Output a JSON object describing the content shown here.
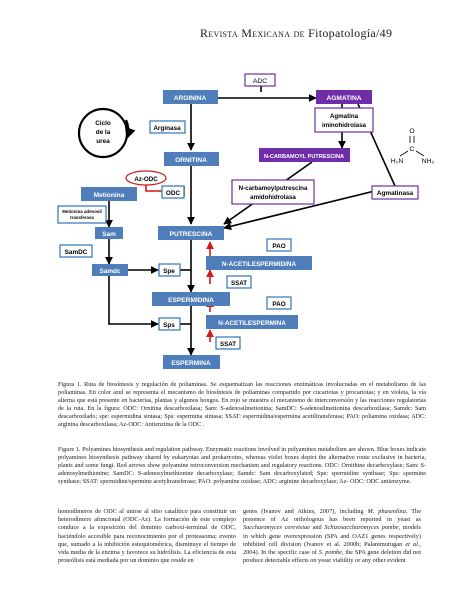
{
  "header": {
    "journal_prefix": "Revista Mexicana de ",
    "journal_suffix": "Fitopatología/49"
  },
  "colors": {
    "blue": "#4F7EBA",
    "blue_outline": "#2E75B6",
    "purple": "#6F2DA8",
    "purple_outline": "#7030A0",
    "red": "#D11A1A",
    "black": "#000000"
  },
  "diagram": {
    "nodes": {
      "adc": "ADC",
      "arginina": "ARGININA",
      "agmatina": "AGMATINA",
      "agmatina_iminohidrolasa": [
        "Agmatina",
        "iminohidrolasa"
      ],
      "ciclo_urea": [
        "Ciclo",
        "de la",
        "urea"
      ],
      "arginasa": "Arginasa",
      "n_carbamoyl_putrescina": "N-CARBAMOYL PUTRESCINA",
      "ornitina": "ORNITINA",
      "az_odc": "Az-ODC",
      "odc": "ODC",
      "metionina": "Metionina",
      "metionina_adenosil_transferasa": [
        "Metionina adenosil",
        "transferasa"
      ],
      "n_carbamoylputrescina_amidohidrolasa": [
        "N-carbamoylputrescina",
        "amidohidrolasa"
      ],
      "agmatinasa": "Agmatinasa",
      "sam": "Sam",
      "samdc": "SamDC",
      "samdc_product": "Samdc",
      "putrescina": "PUTRESCINA",
      "pao_1": "PAO",
      "n_acetilespermidina": "N-ACETILESPERMIDINA",
      "spe": "Spe",
      "ssat_1": "SSAT",
      "espermidina": "ESPERMIDINA",
      "pao_2": "PAO",
      "sps": "Sps",
      "n_acetilespermina": "N-ACETILESPERMINA",
      "ssat_2": "SSAT",
      "espermina": "ESPERMINA"
    },
    "urea": {
      "o": "O",
      "c": "C",
      "h2n": "H₂N",
      "nh2": "NH₂"
    }
  },
  "captions": {
    "spanish": "Figura 1. Ruta de biosíntesis y regulación de poliaminas. Se esquematizan las reacciones enzimáticas involucradas en el metabolismo de las poliaminas. En color azul se representa el mecanismo de biosíntesis de poliaminas compartido por cucariotas y procariotas; y en violeta, la vía alterna que está presente en bacterias, plantas y algunos hongos. En rojo se muestra el mecanismo de interconversión y las reacciones regulatorias de la ruta. En la figura: ODC: Ornitina descarboxilasa; Sam: S-adenosilmetionina; SamDC: S-adenosilmetionina descarboxilasa; Samdc: Sam descarboxilado; spe: espermidina sintasa; Sps: espermina sintasa; SSAT: espermidina/espermina acetiltransferasa; PAO: poliamina oxidasa; ADC: arginina descarboxilasa; Az-ODC: Antienzima de la ODC .",
    "english": "Figure 1. Polyamines biosynthesis and regulation pathway. Enzymatic reactions involved in polyamines metabolism are shown. Blue boxes indicate polyamines biosynthesis pathway shared by eukaryotas and prokaryotes, whereas violet boxes depict the alternative route exclusive in bacteria, plants and some fungi. Red arrows show polyamine retroconversion mechanism and regulatory reactions. ODC: Ornithine decarboxylase; Sam: S-adenosylmethionine; SamDC: S-adenosylmethionine decarboxylase; Samdc: Sam decarboxylated; Spe: spermidine synthase; Sps: spermine synthase; SSAT: spermidine/spermine acetyltransferase; PAO: polyamine oxidase; ADC: arginine decarboxylase; Az- ODC: ODC antienzyme."
  },
  "body": {
    "left": "homodímeros de ODC al unirse al sitio catalítico para constituir un heterodímero afuncional (ODC-Az). La formación de este complejo conduce a la exposición del dominio carboxi-terminal de ODC, haciéndolo accesible para reconocimiento por el proteasoma; evento que, sumado a la inhibición estequiométrica, disminuye el tiempo de vida media de la enzima y favorece su hidrólisis. La eficiencia de esta proteólisis está mediada por un dominio que reside en",
    "right_1": "genes (Ivanov and Atkins, 2007), including ",
    "right_1_em": "M. phaseolina.",
    "right_2": " The presence of Az orthologous has been reported in yeast as ",
    "right_2_em_a": "Saccharomyces cerevisiae",
    "right_2_and": " and ",
    "right_2_em_b": "Schizosaccharomyces pombe",
    "right_3": ", models in which gene overexpression (SPA and OAZ1 genes respectively) inhibited cell division (Ivanov et al. 2000b; Palanimurugan ",
    "right_3_em": "et al.",
    "right_4": ", 2004). In the specific case of ",
    "right_4_em": "S. pombe",
    "right_5": ", the SPA gene deletion did not produce detectable effects on yeast viability or any other evident"
  }
}
